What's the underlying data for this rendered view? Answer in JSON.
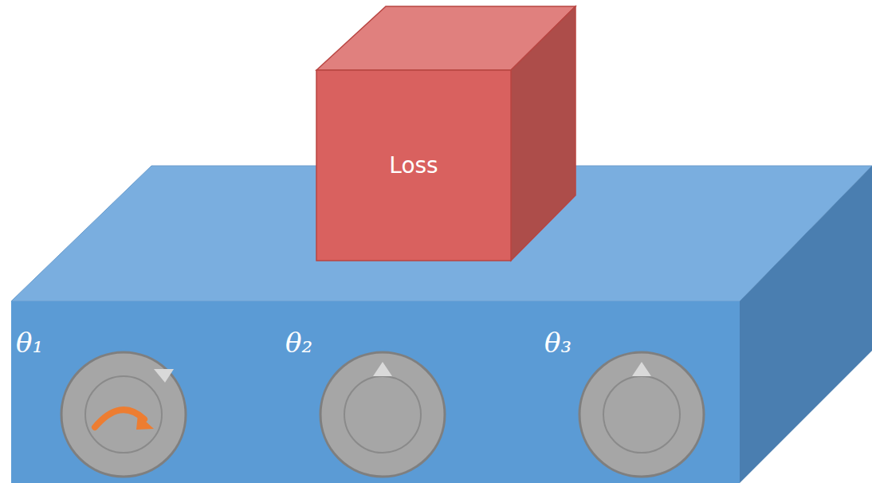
{
  "diagram": {
    "nodes": [
      {
        "text": [
          "Loss"
        ]
      },
      {
        "text": [
          "θ₁"
        ]
      },
      {
        "text": [
          "θ₂"
        ]
      },
      {
        "text": [
          "θ₃"
        ]
      }
    ]
  }
}
